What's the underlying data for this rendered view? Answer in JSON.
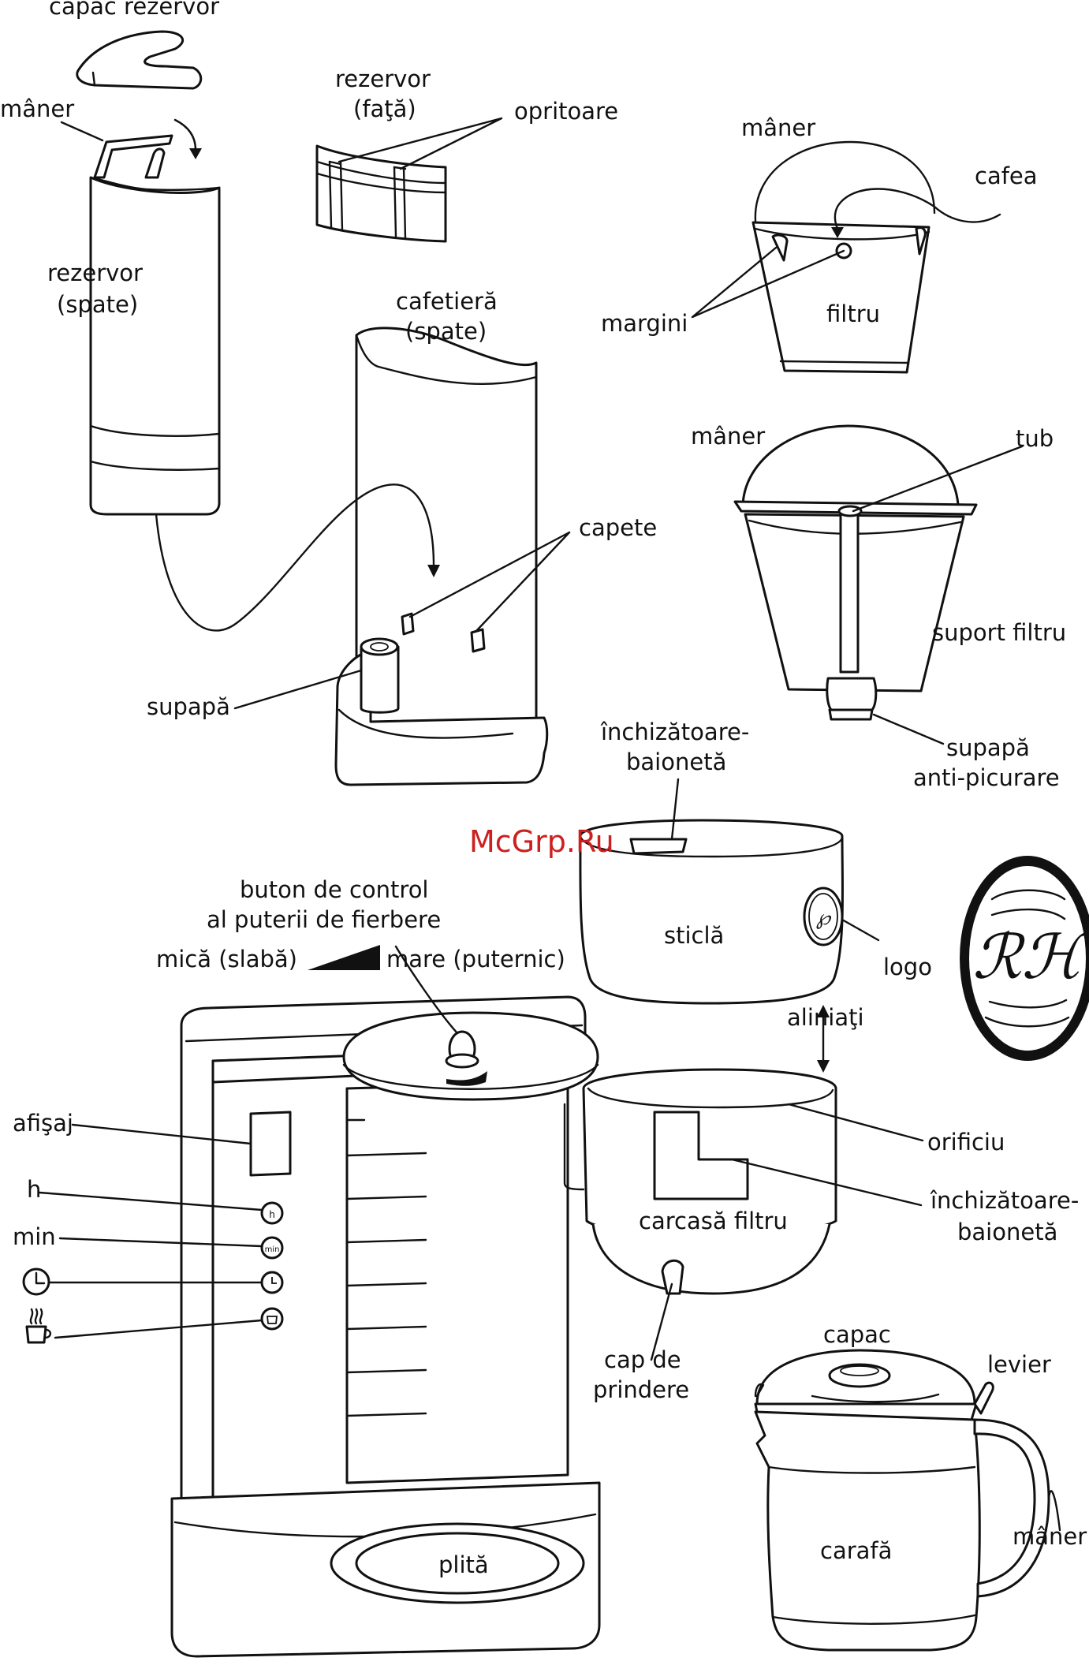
{
  "watermark": "McGrp.Ru",
  "colors": {
    "line": "#111111",
    "background": "#ffffff",
    "watermark": "#cc2020"
  },
  "labels": {
    "capac_rezervor": "capac rezervor",
    "maner_rezervor": "mâner",
    "rezervor_fata_1": "rezervor",
    "rezervor_fata_2": "(faţă)",
    "opritoare": "opritoare",
    "maner_filtru": "mâner",
    "cafea": "cafea",
    "rezervor_spate_1": "rezervor",
    "rezervor_spate_2": "(spate)",
    "cafetiera_spate_1": "cafetieră",
    "cafetiera_spate_2": "(spate)",
    "margini": "margini",
    "filtru": "filtru",
    "maner_suport": "mâner",
    "tub": "tub",
    "capete": "capete",
    "suport_filtru": "suport filtru",
    "supapa": "supapă",
    "supapa_anti_1": "supapă",
    "supapa_anti_2": "anti-picurare",
    "inchizatoare_sus_1": "închizătoare-",
    "inchizatoare_sus_2": "baionetă",
    "buton_1": "buton de control",
    "buton_2": "al puterii de fierbere",
    "mica": "mică (slabă)",
    "mare": "mare (puternic)",
    "sticla": "sticlă",
    "logo": "logo",
    "aliniati": "aliniaţi",
    "afisaj": "afişaj",
    "h": "h",
    "min": "min",
    "orificiu": "orificiu",
    "inchizatoare_jos_1": "închizătoare-",
    "inchizatoare_jos_2": "baionetă",
    "carcasa_filtru": "carcasă filtru",
    "cap_de_prindere_1": "cap de",
    "cap_de_prindere_2": "prindere",
    "capac": "capac",
    "levier": "levier",
    "maner_carafa": "mâner",
    "carafa": "carafă",
    "plita": "plită"
  },
  "icons": [
    "clock-icon",
    "steaming-cup-icon",
    "logo-monogram-icon",
    "power-wedge-icon"
  ]
}
